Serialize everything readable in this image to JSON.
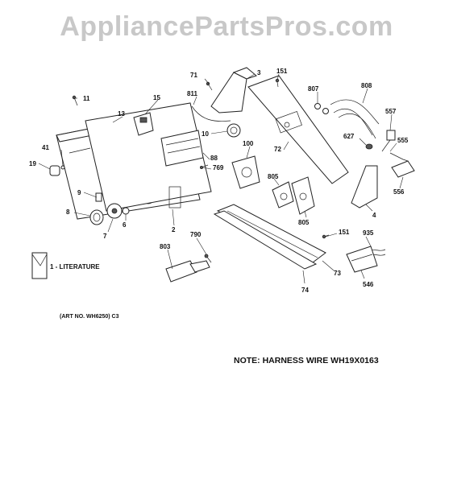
{
  "watermark": "AppliancePartsPros.com",
  "note": "NOTE: HARNESS WIRE WH19X0163",
  "art_number": "(ART NO. WH6250) C3",
  "literature_label": "1 - LITERATURE",
  "callouts": {
    "c71": "71",
    "c3": "3",
    "c151a": "151",
    "c807": "807",
    "c808": "808",
    "c811": "811",
    "c11": "11",
    "c15": "15",
    "c13": "13",
    "c557": "557",
    "c10": "10",
    "c627": "627",
    "c555": "555",
    "c100": "100",
    "c72": "72",
    "c41": "41",
    "c88": "88",
    "c769": "769",
    "c19": "19",
    "c556": "556",
    "c805a": "805",
    "c9": "9",
    "c8": "8",
    "c6": "6",
    "c7": "7",
    "c805b": "805",
    "c4": "4",
    "c2": "2",
    "c151b": "151",
    "c935": "935",
    "c790": "790",
    "c803": "803",
    "c73": "73",
    "c546": "546",
    "c74": "74"
  }
}
